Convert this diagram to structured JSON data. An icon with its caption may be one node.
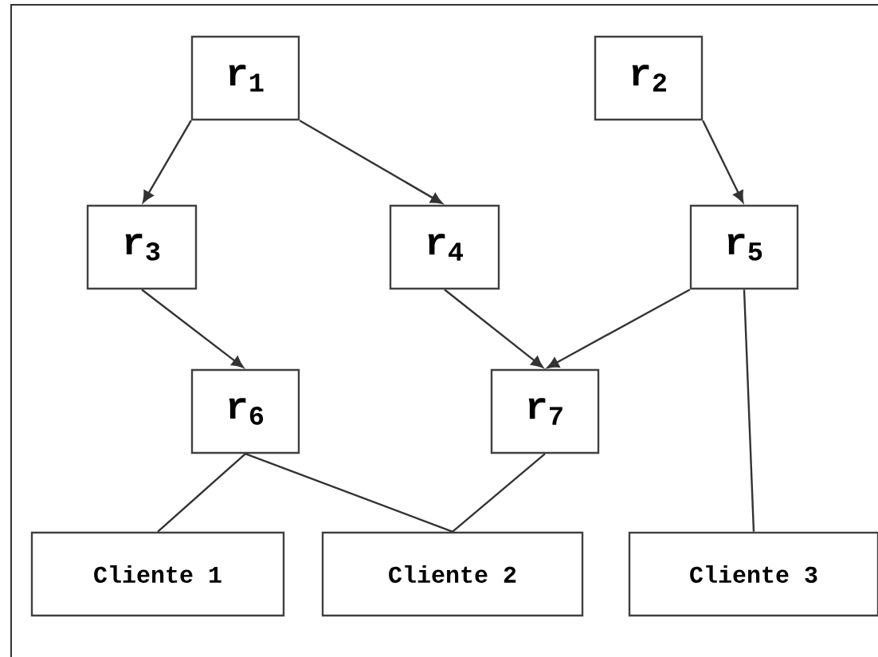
{
  "diagram": {
    "nodes": [
      {
        "text": [
          "r$_{1}$"
        ]
      },
      {
        "text": [
          "r$_{2}$"
        ]
      },
      {
        "text": [
          "r$_{3}$"
        ]
      },
      {
        "text": [
          "r$_{4}$"
        ]
      },
      {
        "text": [
          "r$_{5}$"
        ]
      },
      {
        "text": [
          "r$_{6}$"
        ]
      },
      {
        "text": [
          "r$_{7}$"
        ]
      },
      {
        "text": [
          "Cliente 1"
        ]
      },
      {
        "text": [
          "Cliente 2"
        ]
      },
      {
        "text": [
          "Cliente 3"
        ]
      }
    ],
    "edges": [
      {
        "from": 0,
        "to": 2,
        "arrow": "to"
      },
      {
        "from": 0,
        "to": 3,
        "arrow": "to"
      },
      {
        "from": 1,
        "to": 4,
        "arrow": "to"
      },
      {
        "from": 2,
        "to": 5,
        "arrow": "to"
      },
      {
        "from": 3,
        "to": 6,
        "arrow": "to"
      },
      {
        "from": 4,
        "to": 6,
        "arrow": "to"
      },
      {
        "from": 5,
        "to": 7,
        "arrow": "none"
      },
      {
        "from": 5,
        "to": 8,
        "arrow": "none"
      },
      {
        "from": 6,
        "to": 8,
        "arrow": "none"
      },
      {
        "from": 4,
        "to": 9,
        "arrow": "none"
      }
    ]
  }
}
